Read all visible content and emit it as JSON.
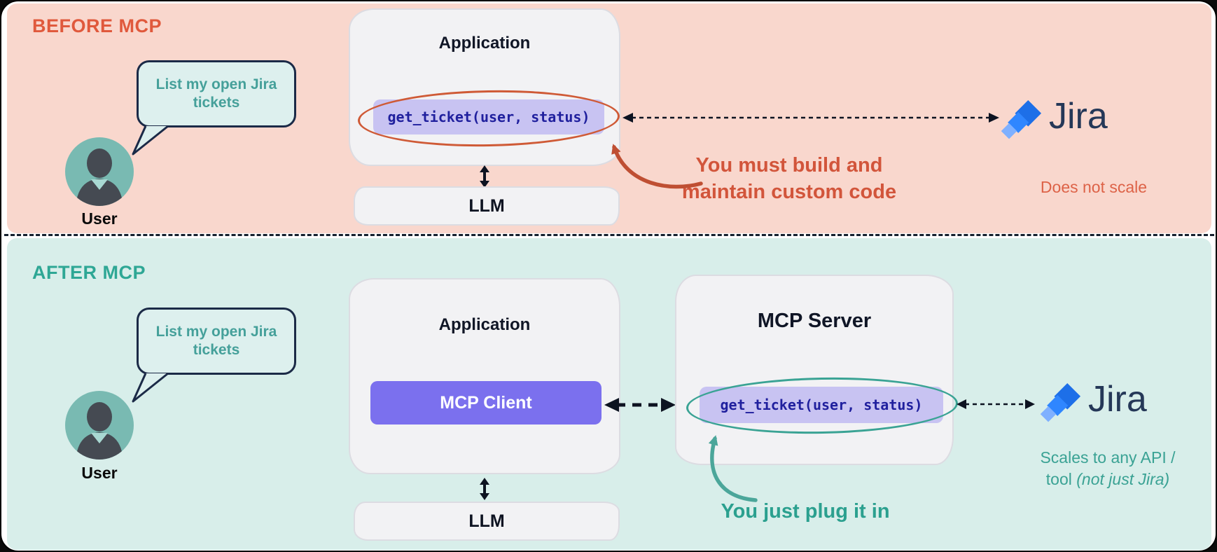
{
  "before": {
    "title": "BEFORE MCP",
    "speech_bubble": "List my open Jira tickets",
    "user_label": "User",
    "application": {
      "title": "Application",
      "code": "get_ticket(user, status)"
    },
    "llm_label": "LLM",
    "annotation": {
      "line1": "You must build and",
      "line2": "maintain custom code"
    },
    "jira": {
      "name": "Jira",
      "caption": "Does not scale"
    }
  },
  "after": {
    "title": "AFTER MCP",
    "speech_bubble": "List my open Jira tickets",
    "user_label": "User",
    "application": {
      "title": "Application",
      "client_label": "MCP Client"
    },
    "mcp_server": {
      "title": "MCP Server",
      "code": "get_ticket(user, status)"
    },
    "llm_label": "LLM",
    "annotation": "You just plug it in",
    "jira": {
      "name": "Jira",
      "caption_line1": "Scales to any API /",
      "caption_line2_normal": "tool ",
      "caption_line2_italic": "(not just Jira)"
    }
  },
  "colors": {
    "before_bg": "#f9d7cd",
    "after_bg": "#d8eeea",
    "accent_orange": "#d2553b",
    "accent_teal": "#2ea795",
    "code_pill_bg": "#c8c3f2",
    "code_text": "#20209e",
    "mcp_client_bg": "#7b70ee",
    "jira_blue": "#2684ff",
    "jira_wordmark": "#253858"
  }
}
